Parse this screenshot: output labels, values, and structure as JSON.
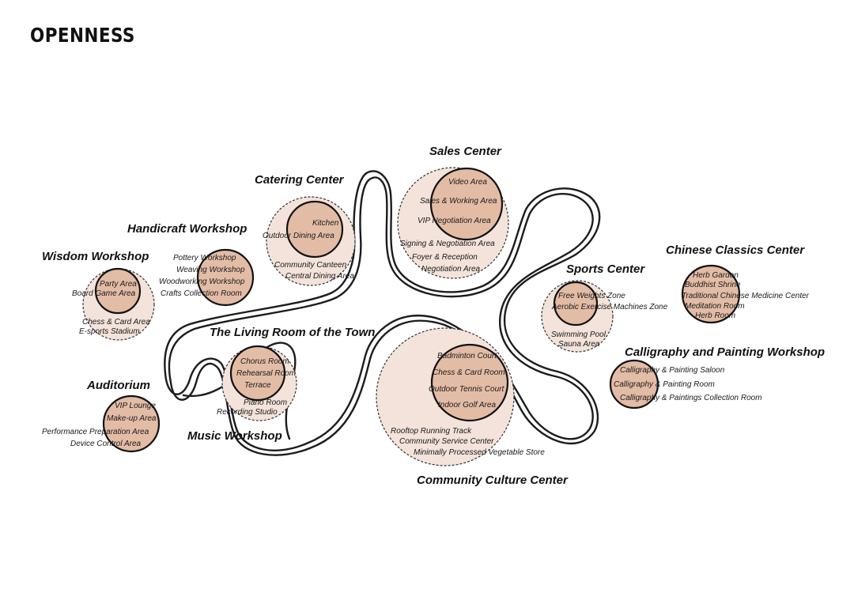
{
  "title": "OPENNESS",
  "colors": {
    "outer_fill": "#f3e3da",
    "inner_fill": "#e3bca6",
    "line": "#1c1c1c",
    "text": "#111111"
  },
  "centers": [
    {
      "id": "wisdom",
      "name": "Wisdom Workshop",
      "rooms": [
        "Party Area",
        "Board Game Area",
        "Chess & Card Area",
        "E-sports Stadium"
      ]
    },
    {
      "id": "handicraft",
      "name": "Handicraft Workshop",
      "rooms": [
        "Pottery Workshop",
        "Weaving Workshop",
        "Woodworking Workshop",
        "Crafts Collection Room"
      ]
    },
    {
      "id": "catering",
      "name": "Catering Center",
      "rooms": [
        "Kitchen",
        "Outdoor Dining Area",
        "Community Canteen",
        "Central Dining Area"
      ]
    },
    {
      "id": "sales",
      "name": "Sales Center",
      "rooms": [
        "Video Area",
        "Sales & Working Area",
        "VIP Negotiation Area",
        "Signing & Negotiation Area",
        "Foyer & Reception",
        "Negotiation Area"
      ]
    },
    {
      "id": "sports",
      "name": "Sports Center",
      "rooms": [
        "Free Weights Zone",
        "Aerobic Exercise Machines Zone",
        "Swimming Pool",
        "Sauna Area"
      ]
    },
    {
      "id": "classics",
      "name": "Chinese Classics Center",
      "rooms": [
        "Herb Garden",
        "Buddhist Shrine",
        "Traditional Chinese Medicine Center",
        "Meditation Room",
        "Herb Room"
      ]
    },
    {
      "id": "calligraphy",
      "name": "Calligraphy and Painting Workshop",
      "rooms": [
        "Calligraphy & Painting Saloon",
        "Calligraphy & Painting Room",
        "Calligraphy & Paintings Collection Room"
      ]
    },
    {
      "id": "livingroom",
      "name": "The Living Room of the Town",
      "rooms": []
    },
    {
      "id": "music",
      "name": "Music Workshop",
      "rooms": [
        "Chorus Room",
        "Rehearsal Room",
        "Terrace",
        "Piano Room",
        "Recording Studio"
      ]
    },
    {
      "id": "auditorium",
      "name": "Auditorium",
      "rooms": [
        "VIP Lounge",
        "Make-up Area",
        "Performance Preparation Area",
        "Device Control Area"
      ]
    },
    {
      "id": "culture",
      "name": "Community Culture Center",
      "rooms": [
        "Badminton Court",
        "Chess & Card Room",
        "Outdoor Tennis Court",
        "Indoor Golf Area",
        "Rooftop Running Track",
        "Community Service Center",
        "Minimally Processed Vegetable Store"
      ]
    }
  ]
}
